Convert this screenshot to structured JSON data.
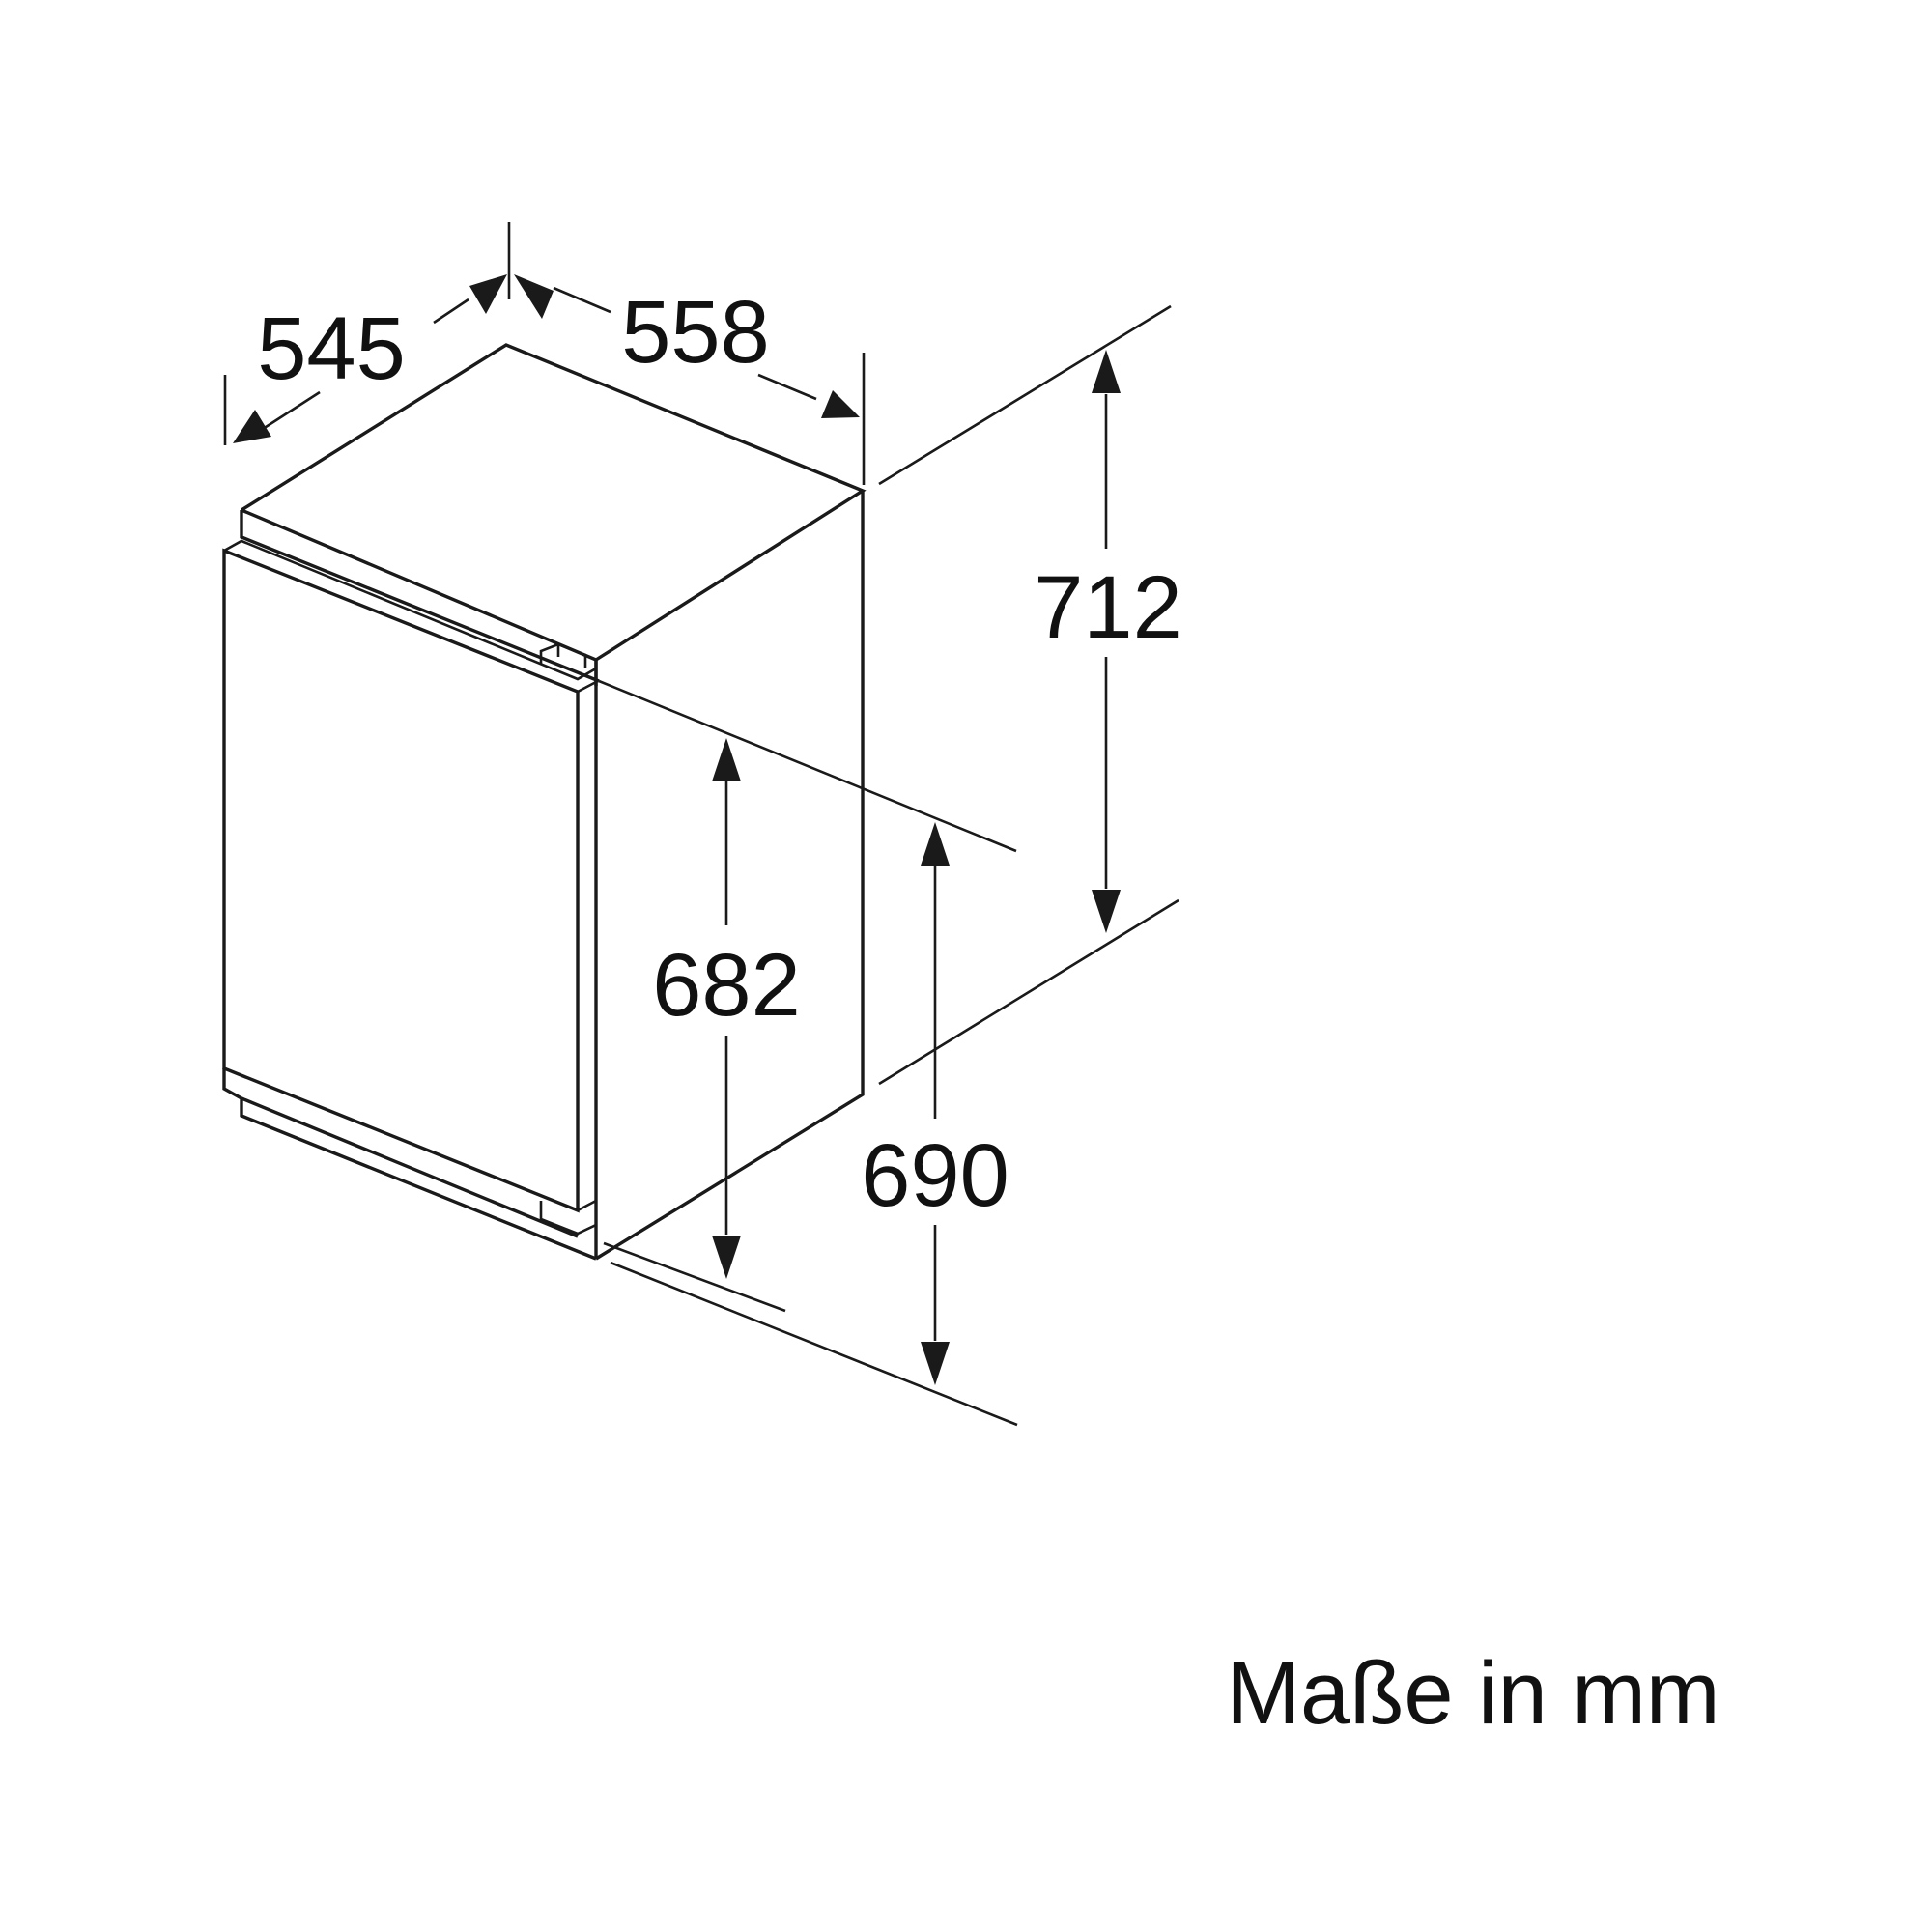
{
  "diagram": {
    "dimensions": {
      "depth": "545",
      "width": "558",
      "niche_height": "712",
      "door_height": "682",
      "appliance_height": "690"
    },
    "units_note": "Maße in mm",
    "colors": {
      "line": "#1a1a1a",
      "background": "#ffffff"
    }
  }
}
